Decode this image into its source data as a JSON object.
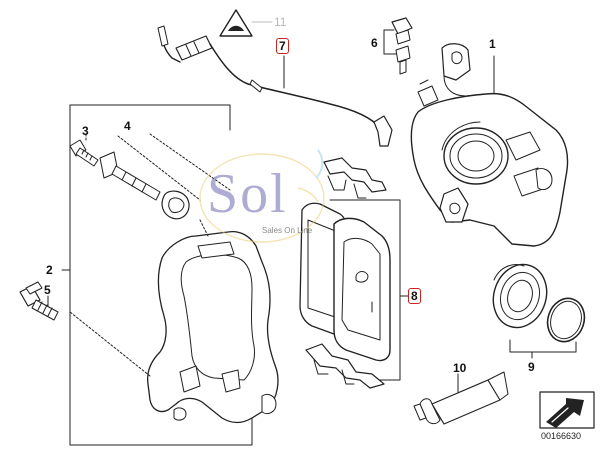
{
  "diagram": {
    "watermark_text": "Sol",
    "watermark_sub": "Sales On Line",
    "diagram_number": "00166630",
    "callouts": {
      "c1": "1",
      "c2": "2",
      "c3": "3",
      "c4": "4",
      "c5": "5",
      "c6": "6",
      "c7": "7",
      "c8": "8",
      "c9": "9",
      "c10": "10",
      "c11": "11"
    }
  },
  "colors": {
    "line": "#222222",
    "highlight_box": "#cc2222",
    "watermark": "#6d6ab0"
  },
  "icons": {
    "lubricant_symbol": "triangle-warning-icon",
    "direction_arrow": "arrow-badge-icon"
  }
}
